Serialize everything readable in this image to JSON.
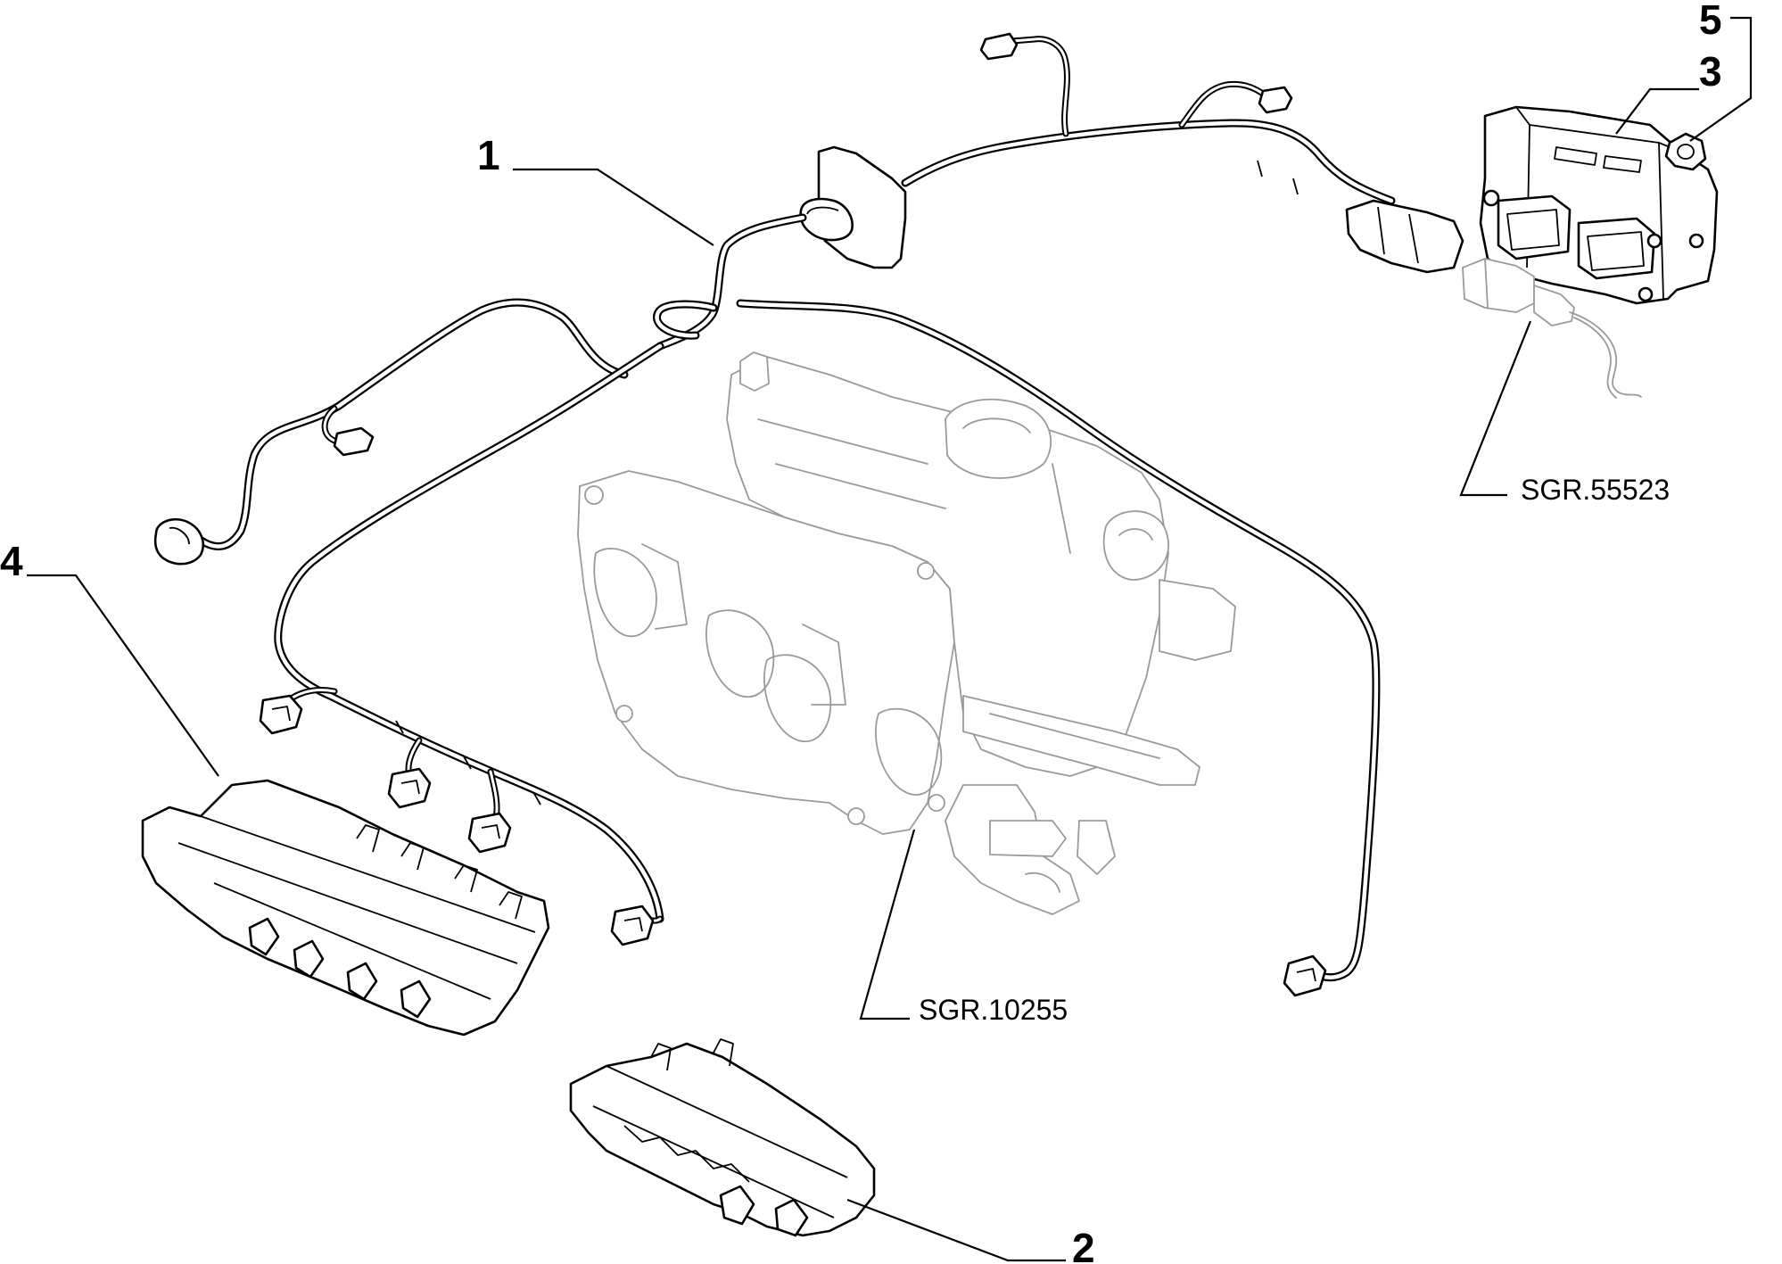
{
  "callouts": {
    "part_1": "1",
    "part_2": "2",
    "part_3": "3",
    "part_4": "4",
    "part_5": "5"
  },
  "references": {
    "transmission_sensor": "SGR.55523",
    "intake_manifold": "SGR.10255"
  },
  "icons": [
    "wiring-harness-icon",
    "control-unit-icon",
    "nut-icon",
    "injector-cover-icon",
    "intake-manifold-icon",
    "sensor-icon"
  ]
}
